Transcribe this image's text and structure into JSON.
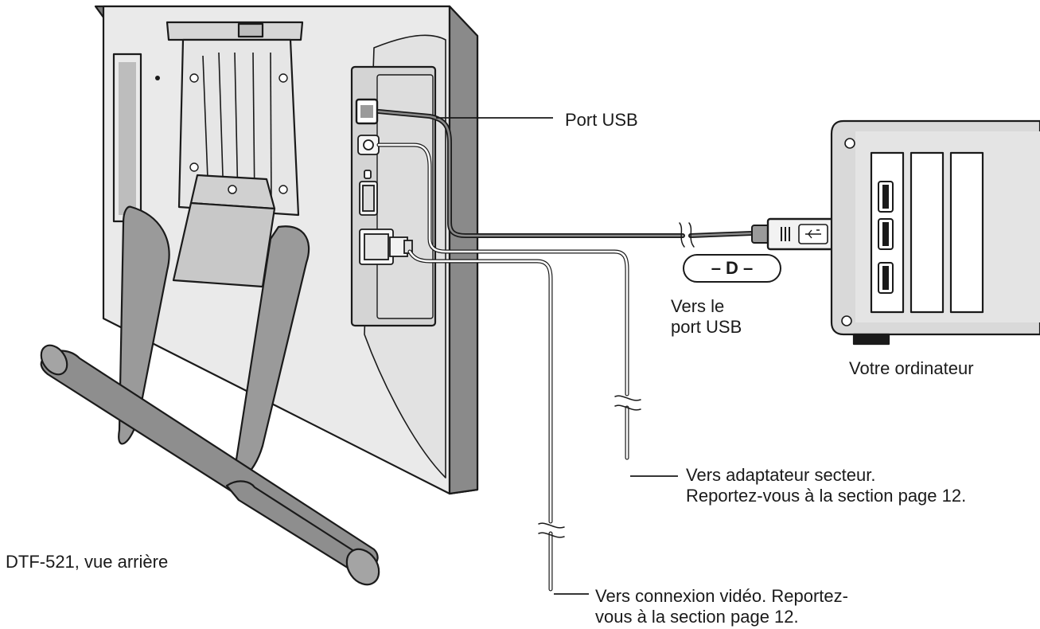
{
  "labels": {
    "port_usb": "Port USB",
    "callout": "– D –",
    "to_usb_line1": "Vers le",
    "to_usb_line2": "port USB",
    "computer": "Votre ordinateur",
    "power_line1": "Vers adaptateur secteur.",
    "power_line2": "Reportez-vous à la section page 12.",
    "video_line1": "Vers connexion vidéo. Reportez-",
    "video_line2": "vous à la section page 12.",
    "device": "DTF-521, vue arrière"
  }
}
